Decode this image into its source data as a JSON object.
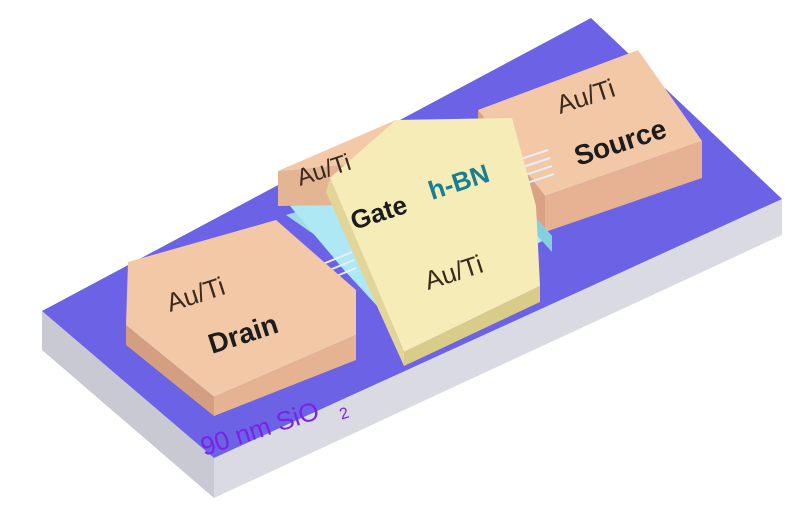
{
  "labels": {
    "gate_top_contact": "Au/Ti",
    "source_metal": "Au/Ti",
    "source_name": "Source",
    "drain_metal": "Au/Ti",
    "drain_name": "Drain",
    "gate_word": "Gate",
    "hbn_word": "h-BN",
    "gate_bottom_contact": "Au/Ti",
    "substrate_main": "90 nm SiO",
    "substrate_subscript": "2"
  },
  "colors": {
    "substrate_top": "#6c62e6",
    "substrate_side": "#d3d3db",
    "contact_top": "#f2c6a3",
    "contact_side": "#dfa98a",
    "gate_top": "#f5ebb6",
    "gate_side": "#ded08e",
    "hbn": "#a8e7f3",
    "hbn_label": "#1a7d92",
    "substrate_label": "#7a23e4"
  }
}
